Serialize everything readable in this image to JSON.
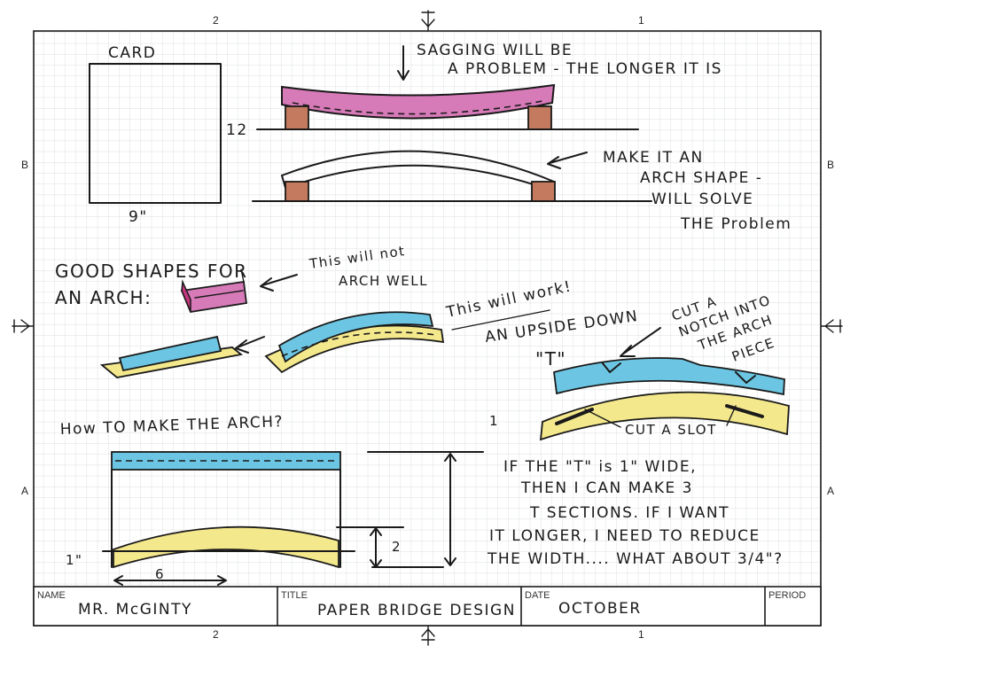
{
  "sheet": {
    "zone_top_left": "2",
    "zone_top_right": "1",
    "zone_bottom_left": "2",
    "zone_bottom_right": "1",
    "zone_left_upper": "B",
    "zone_left_lower": "A",
    "zone_right_upper": "B",
    "zone_right_lower": "A"
  },
  "sketch": {
    "card_label": "CARD",
    "card_height": "12",
    "card_width": "9\"",
    "sagging_line1": "SAGGING WILL BE",
    "sagging_line2": "A PROBLEM - THE LONGER IT IS",
    "arch_note_line1": "MAKE IT AN",
    "arch_note_line2": "ARCH SHAPE -",
    "arch_note_line3": "WILL SOLVE",
    "arch_note_line4": "THE Problem",
    "good_shapes_line1": "GOOD SHAPES FOR",
    "good_shapes_line2": "AN ARCH:",
    "not_arch_line1": "This will not",
    "not_arch_line2": "ARCH WELL",
    "will_work": "This will work!",
    "upside_down_line1": "AN UPSIDE DOWN",
    "upside_down_line2": "\"T\"",
    "notch_line1": "CUT A",
    "notch_line2": "NOTCH INTO",
    "notch_line3": "THE ARCH",
    "notch_line4": "PIECE",
    "cut_slot": "CUT A SLOT",
    "how_to": "How TO MAKE THE ARCH?",
    "dim_two": "2",
    "dim_one": "1\"",
    "dim_six": "6",
    "calc_line1": "IF THE \"T\" is 1\" WIDE,",
    "calc_line2": "THEN I CAN MAKE 3",
    "calc_line3": "T SECTIONS. IF I WANT",
    "calc_line4": "IT LONGER, I NEED TO REDUCE",
    "calc_line5": "THE WIDTH.... WHAT ABOUT 3/4\"?",
    "stray_mark": "1"
  },
  "title_block": {
    "name_label": "NAME",
    "name_value": "MR. McGINTY",
    "title_label": "TITLE",
    "title_value": "PAPER BRIDGE DESIGN",
    "date_label": "DATE",
    "date_value": "OCTOBER",
    "period_label": "PERIOD",
    "period_value": ""
  },
  "colors": {
    "grid": "#cfd3d6",
    "border": "#1a1a1a",
    "pink": "#d67ab8",
    "magenta": "#c2367e",
    "blue": "#6cc6e3",
    "yellow": "#f4e88c",
    "brown": "#c47a5e"
  }
}
